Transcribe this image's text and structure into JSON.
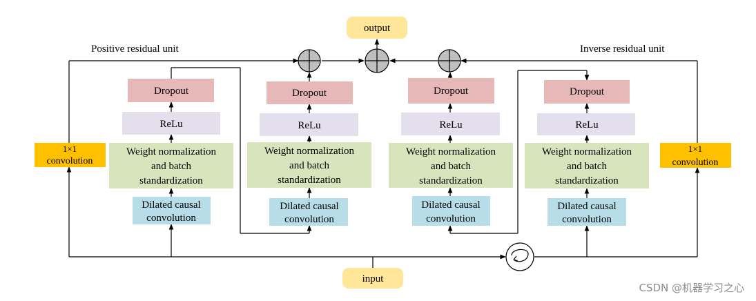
{
  "labels": {
    "output": "output",
    "input": "input",
    "positive_unit": "Positive residual unit",
    "inverse_unit": "Inverse residual unit",
    "conv1x1_a": "1×1",
    "conv1x1_b": "convolution"
  },
  "block": {
    "dropout": "Dropout",
    "relu": "ReLu",
    "norm_l1": "Weight normalization",
    "norm_l2": "and batch",
    "norm_l3": "standardization",
    "dilated_l1": "Dilated causal",
    "dilated_l2": "convolution"
  },
  "watermark": "CSDN @机器学习之心",
  "colors": {
    "dropout": "#e6b9b8",
    "relu": "#e4dfec",
    "norm": "#d8e4bc",
    "dilated": "#b7dde8",
    "conv1x1": "#ffc000",
    "io": "#ffe699",
    "adder": "#bfbfbf"
  }
}
